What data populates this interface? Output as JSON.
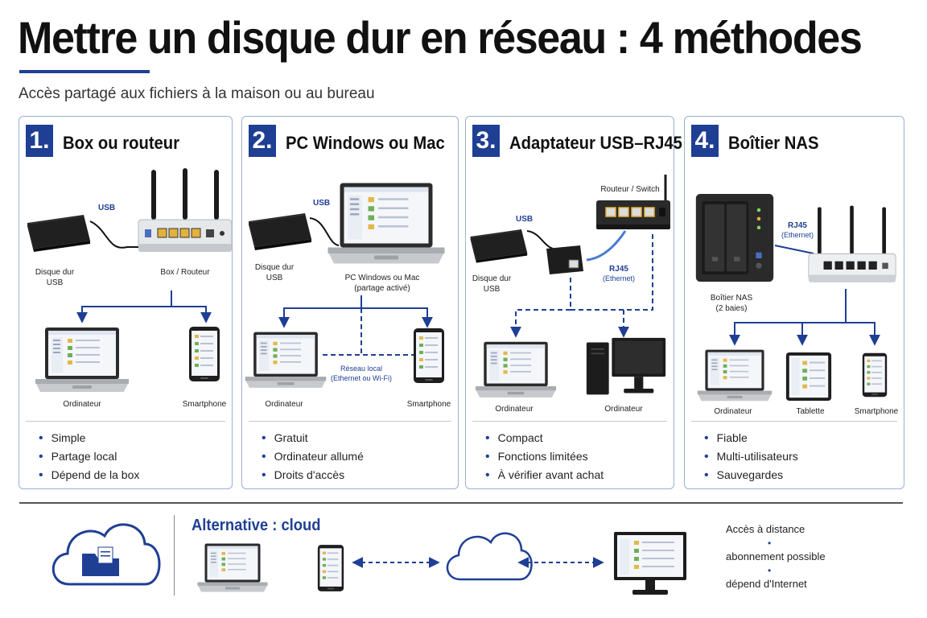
{
  "title": "Mettre un disque dur en réseau : 4 méthodes",
  "subtitle": "Accès partagé aux fichiers à la maison ou au bureau",
  "panels": [
    {
      "number": "1.",
      "title": "Box ou routeur",
      "labels": {
        "usb": "USB",
        "disk_1": "Disque dur",
        "disk_2": "USB",
        "router": "Box / Routeur",
        "computer": "Ordinateur",
        "phone": "Smartphone"
      },
      "bullets": [
        "Simple",
        "Partage local",
        "Dépend de la box"
      ]
    },
    {
      "number": "2.",
      "title": "PC Windows ou Mac",
      "labels": {
        "usb": "USB",
        "disk_1": "Disque dur",
        "disk_2": "USB",
        "pc_1": "PC Windows ou Mac",
        "pc_2": "(partage activé)",
        "lan_1": "Réseau local",
        "lan_2": "(Ethernet ou Wi-Fi)",
        "computer": "Ordinateur",
        "phone": "Smartphone"
      },
      "bullets": [
        "Gratuit",
        "Ordinateur allumé",
        "Droits d'accès"
      ]
    },
    {
      "number": "3.",
      "title": "Adaptateur USB–RJ45",
      "labels": {
        "switch": "Routeur / Switch",
        "usb": "USB",
        "rj45_1": "RJ45",
        "rj45_2": "(Ethernet)",
        "disk_1": "Disque dur",
        "disk_2": "USB",
        "computer_1": "Ordinateur",
        "computer_2": "Ordinateur"
      },
      "bullets": [
        "Compact",
        "Fonctions limitées",
        "À vérifier avant achat"
      ]
    },
    {
      "number": "4.",
      "title": "Boîtier NAS",
      "labels": {
        "rj45_1": "RJ45",
        "rj45_2": "(Ethernet)",
        "nas_1": "Boîtier NAS",
        "nas_2": "(2 baies)",
        "computer": "Ordinateur",
        "tablet": "Tablette",
        "phone": "Smartphone"
      },
      "bullets": [
        "Fiable",
        "Multi-utilisateurs",
        "Sauvegardes"
      ]
    }
  ],
  "cloud": {
    "title": "Alternative : cloud",
    "notes": [
      "Accès à distance",
      "abonnement possible",
      "dépend d'Internet"
    ]
  },
  "colors": {
    "accent": "#1f3f94",
    "border": "#9bb0d4",
    "device": "#2b2b2b"
  },
  "icons": [
    "hard-disk-icon",
    "router-icon",
    "laptop-icon",
    "smartphone-icon",
    "switch-icon",
    "usb-rj45-adapter-icon",
    "desktop-pc-icon",
    "nas-icon",
    "tablet-icon",
    "cloud-icon",
    "folder-icon",
    "monitor-icon"
  ]
}
